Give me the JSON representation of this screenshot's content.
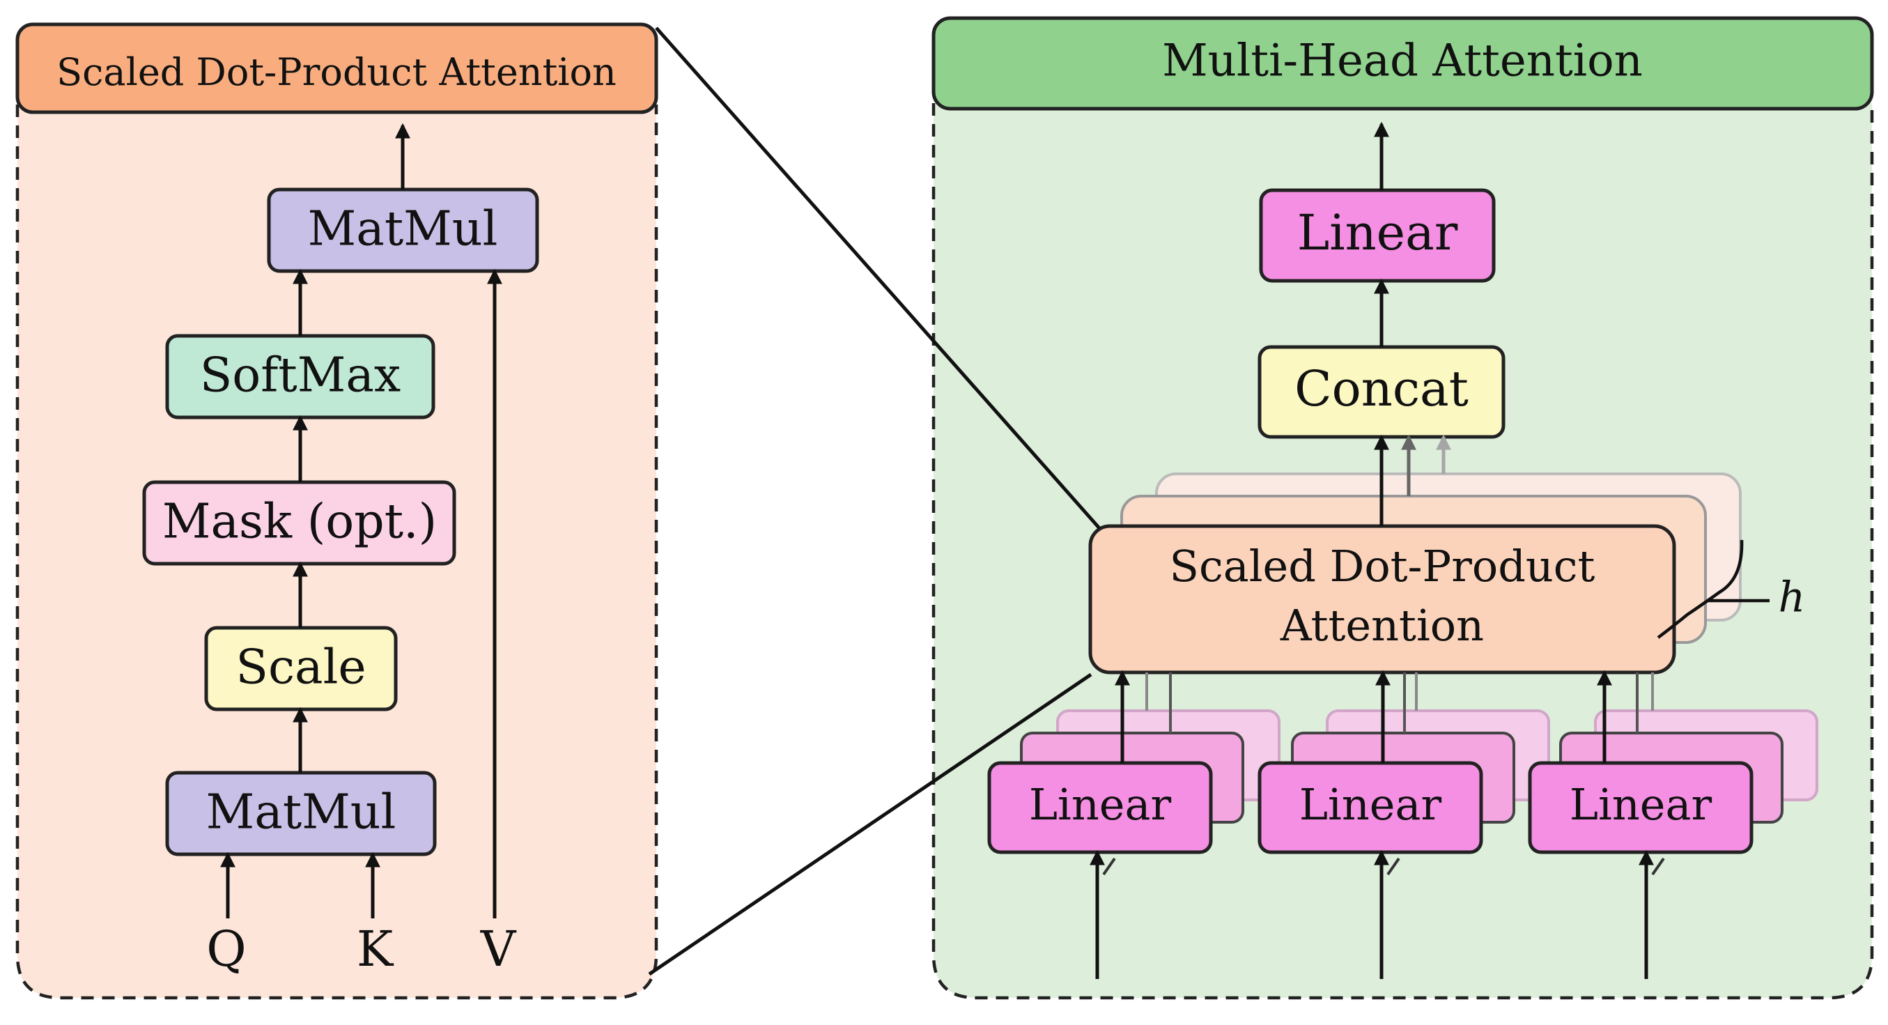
{
  "left_panel": {
    "title": "Scaled Dot-Product Attention",
    "blocks": {
      "matmul_top": "MatMul",
      "softmax": "SoftMax",
      "mask": "Mask (opt.)",
      "scale": "Scale",
      "matmul_bottom": "MatMul"
    },
    "inputs": [
      "Q",
      "K",
      "V"
    ]
  },
  "right_panel": {
    "title": "Multi-Head Attention",
    "blocks": {
      "linear_top": "Linear",
      "concat": "Concat",
      "attention_line1": "Scaled Dot-Product",
      "attention_line2": "Attention",
      "linear_inputs": [
        "Linear",
        "Linear",
        "Linear"
      ]
    },
    "heads_label": "h"
  },
  "colors": {
    "left_header": "#f9ad7f",
    "left_panel_bg": "#fde5d9",
    "matmul": "#c8c0e6",
    "softmax": "#bfe8d5",
    "mask": "#fcd2e5",
    "scale": "#fcf7c4",
    "right_header": "#90d18e",
    "right_panel_bg": "#ddeedb",
    "linear": "#f58fe3",
    "concat": "#fbf8c2",
    "attention": "#fbd2ba"
  }
}
